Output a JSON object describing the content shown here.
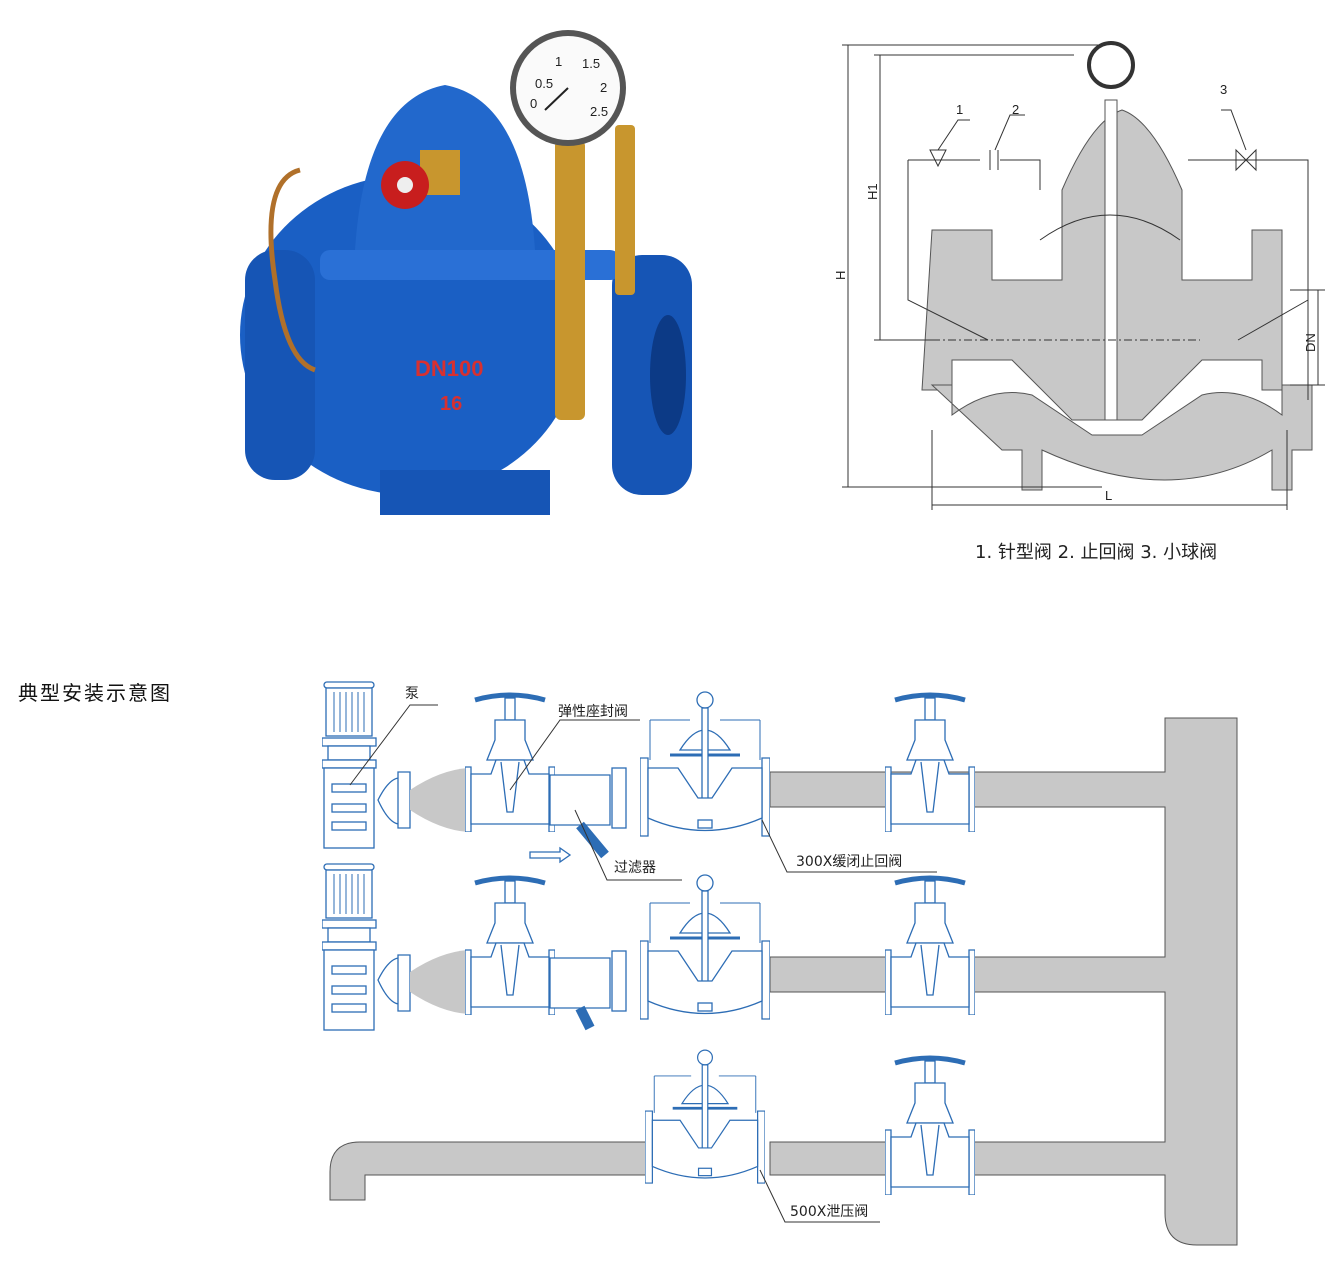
{
  "product_photo": {
    "body_marking": "DN100",
    "pressure_marking": "16",
    "gauge_ticks": [
      "0",
      "0.5",
      "1",
      "1.5",
      "2",
      "2.5"
    ],
    "colors": {
      "body": "#1a5fc4",
      "brass": "#c8962e",
      "handwheel": "#c81e1e"
    }
  },
  "section_drawing": {
    "dimension_labels": {
      "height": "H",
      "height1": "H1",
      "nominal_diameter": "DN",
      "length": "L"
    },
    "callouts": [
      "1",
      "2",
      "3"
    ],
    "caption": "1. 针型阀  2. 止回阀  3. 小球阀"
  },
  "installation": {
    "title": "典型安装示意图",
    "labels": {
      "pump": "泵",
      "gate_valve": "弹性座封阀",
      "strainer": "过滤器",
      "check_valve": "300X缓闭止回阀",
      "relief_valve": "500X泄压阀"
    },
    "colors": {
      "line": "#2d6db5",
      "pipe": "#c8c8c8"
    }
  }
}
